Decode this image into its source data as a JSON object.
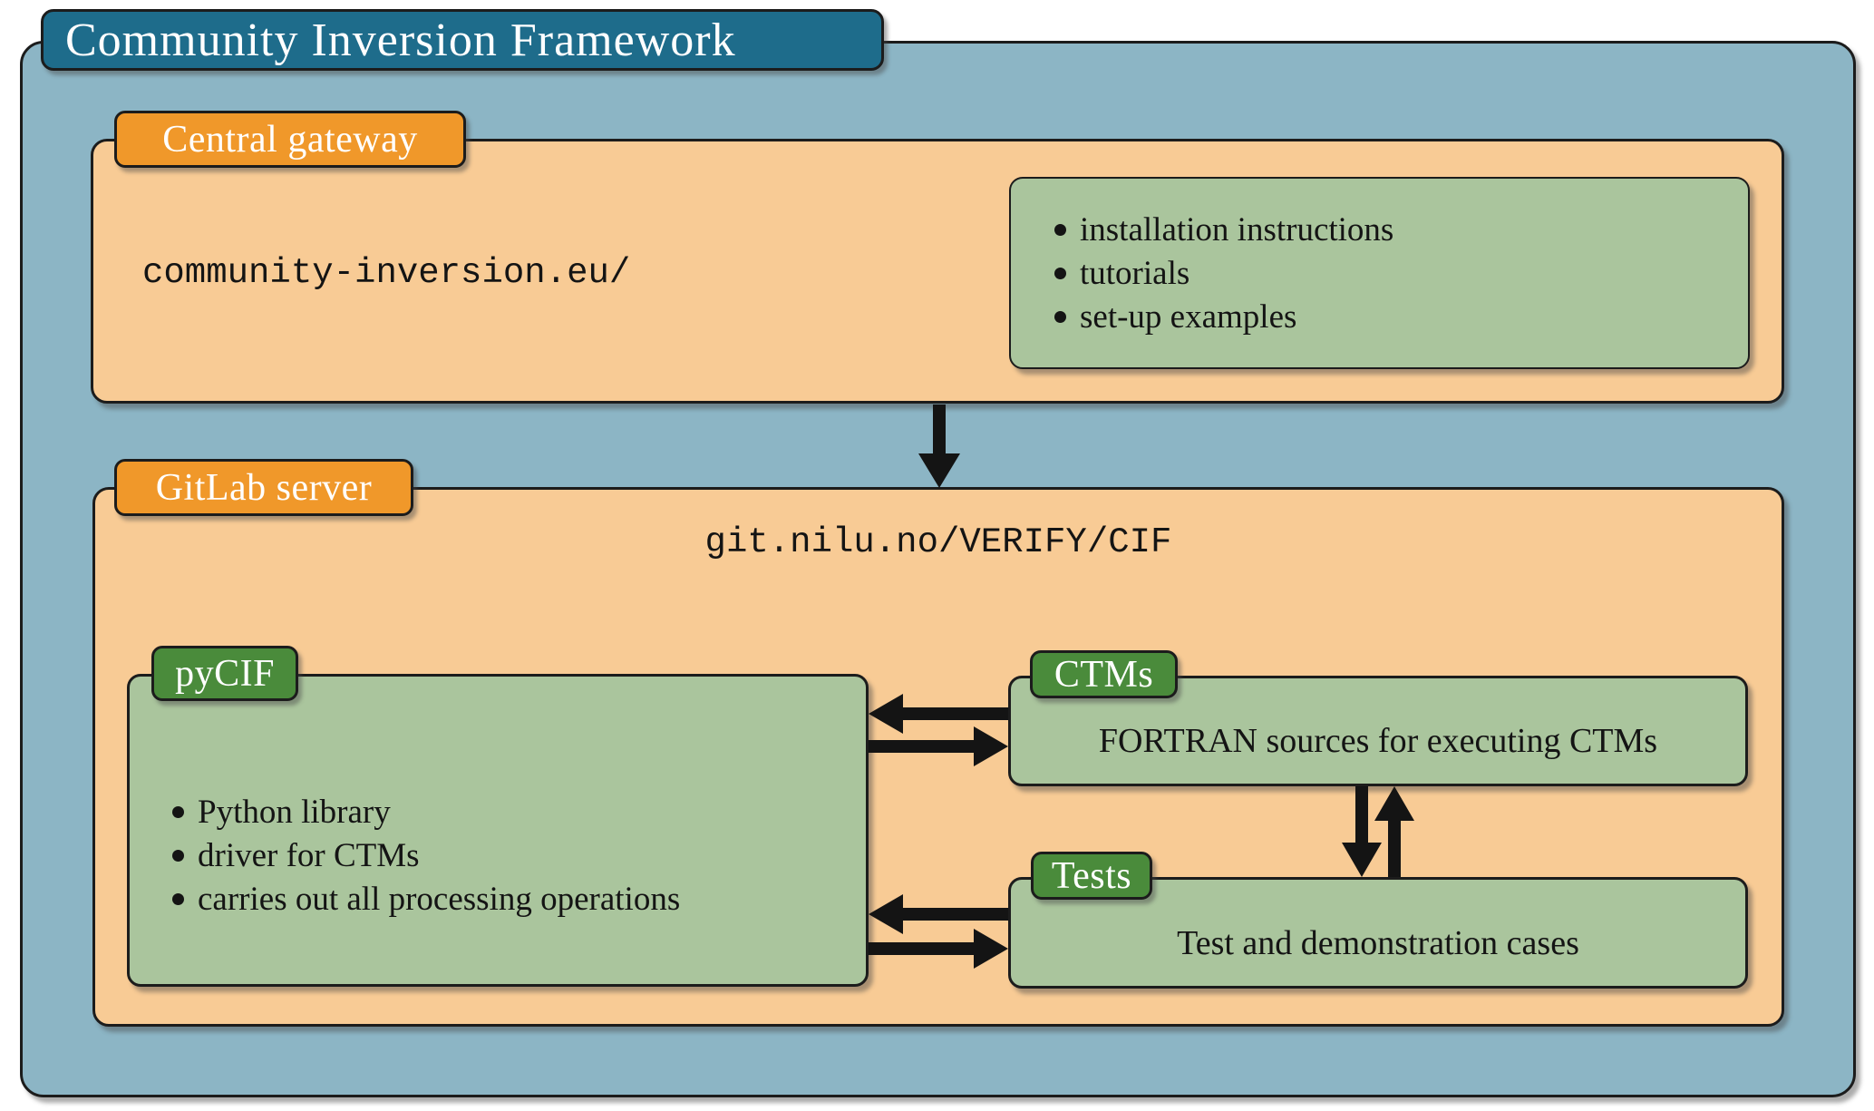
{
  "title": "Community Inversion Framework",
  "central_gateway": {
    "label": "Central gateway",
    "url": "community-inversion.eu/",
    "resources": [
      "installation instructions",
      "tutorials",
      "set-up examples"
    ]
  },
  "gitlab_server": {
    "label": "GitLab server",
    "repo_path": "git.nilu.no/VERIFY/CIF",
    "pycif": {
      "label": "pyCIF",
      "features": [
        "Python library",
        "driver for CTMs",
        "carries out all processing operations"
      ]
    },
    "ctms": {
      "label": "CTMs",
      "description": "FORTRAN sources for executing CTMs"
    },
    "tests": {
      "label": "Tests",
      "description": "Test and demonstration cases"
    }
  },
  "colors": {
    "frame_blue": "#8cb5c5",
    "title_teal": "#1e6c8b",
    "label_orange": "#f0982a",
    "panel_orange": "#f8cb95",
    "label_green": "#4a8b3b",
    "panel_green": "#aac59d",
    "arrow_black": "#141414"
  }
}
